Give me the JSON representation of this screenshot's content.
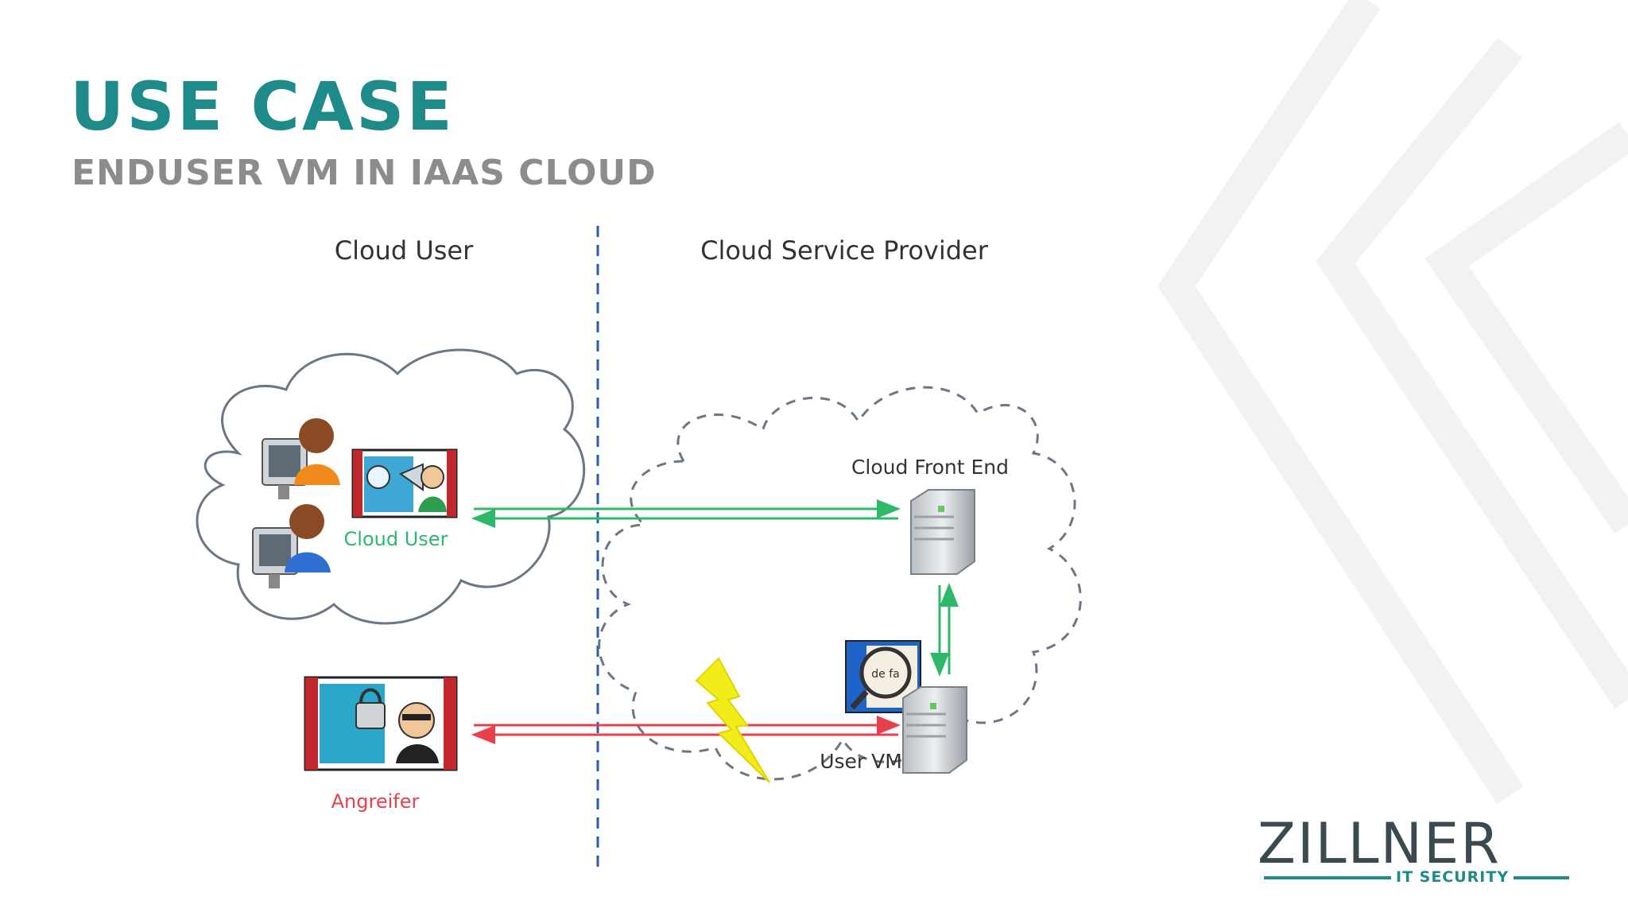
{
  "slide": {
    "title": "USE CASE",
    "subtitle": "ENDUSER VM IN IAAS CLOUD"
  },
  "diagram": {
    "left_heading": "Cloud User",
    "right_heading": "Cloud Service Provider",
    "user_cloud_label": "Cloud User",
    "front_end_label": "Cloud Front End",
    "user_vm_label": "User VM",
    "attacker_label": "Angreifer"
  },
  "logo": {
    "main": "ZILLNER",
    "sub": "IT SECURITY"
  },
  "colors": {
    "accent": "#1f8a8a",
    "subtitle": "#8c8c8c",
    "good_arrow": "#2db86a",
    "attack_arrow": "#e8404a",
    "divider": "#2a5fa8",
    "lightning": "#f2ec1a"
  },
  "icons": [
    "user-at-computer-icon",
    "eavesdropper-icon",
    "server-icon",
    "magnifier-icon",
    "attacker-icon",
    "lightning-bolt-icon"
  ]
}
